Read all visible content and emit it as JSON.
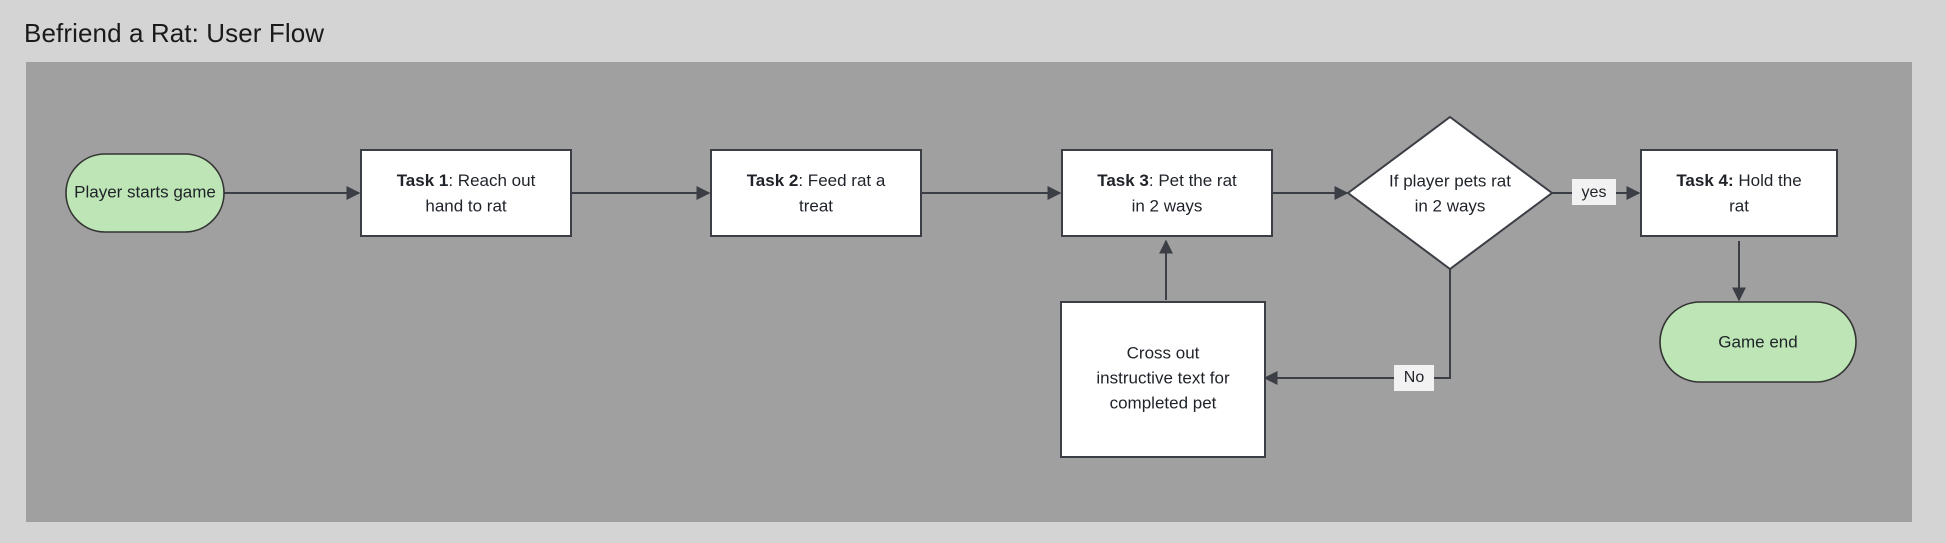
{
  "page": {
    "title": "Befriend a Rat: User Flow",
    "background_color": "#d4d4d4",
    "canvas_color": "#a0a0a0"
  },
  "colors": {
    "terminal_fill": "#bde5b5",
    "process_fill": "#ffffff",
    "stroke": "#3b3e45",
    "text": "#1f2329",
    "edge_label_bg": "#f2f2f2"
  },
  "chart_data": {
    "type": "diagram",
    "diagram_kind": "flowchart",
    "title": "Befriend a Rat: User Flow",
    "direction": "left-to-right",
    "nodes": [
      {
        "id": "start",
        "shape": "stadium",
        "fill": "#bde5b5",
        "lines": [
          "Player starts game"
        ],
        "lead": "",
        "rest": "Player starts game"
      },
      {
        "id": "task1",
        "shape": "rectangle",
        "fill": "#ffffff",
        "lines": [
          "Task 1: Reach out",
          "hand to rat"
        ],
        "lead": "Task 1",
        "rest": ": Reach out hand to rat"
      },
      {
        "id": "task2",
        "shape": "rectangle",
        "fill": "#ffffff",
        "lines": [
          "Task 2: Feed rat a",
          "treat"
        ],
        "lead": "Task 2",
        "rest": ": Feed rat a treat"
      },
      {
        "id": "task3",
        "shape": "rectangle",
        "fill": "#ffffff",
        "lines": [
          "Task 3: Pet the rat",
          "in 2 ways"
        ],
        "lead": "Task 3",
        "rest": ": Pet the rat in 2 ways"
      },
      {
        "id": "decision",
        "shape": "diamond",
        "fill": "#ffffff",
        "lines": [
          "If player pets rat",
          "in 2 ways"
        ],
        "lead": "",
        "rest": "If player pets rat in 2 ways"
      },
      {
        "id": "task4",
        "shape": "rectangle",
        "fill": "#ffffff",
        "lines": [
          "Task 4: Hold the",
          "rat"
        ],
        "lead": "Task 4:",
        "rest": " Hold the rat"
      },
      {
        "id": "gameend",
        "shape": "stadium",
        "fill": "#bde5b5",
        "lines": [
          "Game end"
        ],
        "lead": "",
        "rest": "Game end"
      },
      {
        "id": "crossout",
        "shape": "rectangle",
        "fill": "#ffffff",
        "lines": [
          "Cross out",
          "instructive text for",
          "completed pet"
        ],
        "lead": "",
        "rest": "Cross out instructive text for completed pet"
      }
    ],
    "edges": [
      {
        "id": "e1",
        "from": "start",
        "to": "task1",
        "label": ""
      },
      {
        "id": "e2",
        "from": "task1",
        "to": "task2",
        "label": ""
      },
      {
        "id": "e3",
        "from": "task2",
        "to": "task3",
        "label": ""
      },
      {
        "id": "e4",
        "from": "task3",
        "to": "decision",
        "label": ""
      },
      {
        "id": "e5",
        "from": "decision",
        "to": "task4",
        "label": "yes"
      },
      {
        "id": "e6",
        "from": "decision",
        "to": "crossout",
        "label": "No"
      },
      {
        "id": "e7",
        "from": "crossout",
        "to": "task3",
        "label": ""
      },
      {
        "id": "e8",
        "from": "task4",
        "to": "gameend",
        "label": ""
      }
    ],
    "node_texts": {
      "start_l1": "Player starts game",
      "task1_lead": "Task 1",
      "task1_l1_rest": ": Reach out",
      "task1_l2": "hand to rat",
      "task2_lead": "Task 2",
      "task2_l1_rest": ": Feed rat a",
      "task2_l2": "treat",
      "task3_lead": "Task 3",
      "task3_l1_rest": ": Pet the rat",
      "task3_l2": "in 2 ways",
      "decision_l1": "If player pets rat",
      "decision_l2": "in 2 ways",
      "task4_lead": "Task 4:",
      "task4_l1_rest": " Hold the",
      "task4_l2": "rat",
      "gameend_l1": "Game end",
      "crossout_l1": "Cross out",
      "crossout_l2": "instructive text for",
      "crossout_l3": "completed pet"
    },
    "edge_labels": {
      "yes": "yes",
      "no": "No"
    }
  }
}
